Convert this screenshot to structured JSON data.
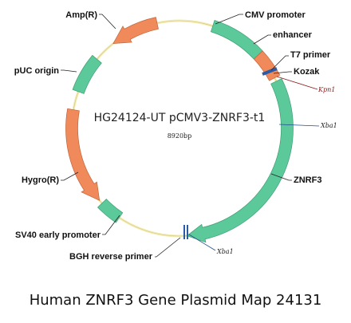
{
  "plasmid": {
    "name": "HG24124-UT pCMV3-ZNRF3-t1",
    "size": "8920bp"
  },
  "features": [
    {
      "id": "cmv-promoter",
      "label": "CMV promoter",
      "type": "promoter",
      "color": "#5cc99a"
    },
    {
      "id": "enhancer",
      "label": "enhancer",
      "type": "enhancer",
      "color": "#f08a5b"
    },
    {
      "id": "t7-primer",
      "label": "T7 primer",
      "type": "primer",
      "color": "#2b5aa6"
    },
    {
      "id": "kozak",
      "label": "Kozak",
      "type": "kozak",
      "color": "#2b5aa6"
    },
    {
      "id": "znrf3",
      "label": "ZNRF3",
      "type": "cds",
      "color": "#5cc99a"
    },
    {
      "id": "bgh-reverse-primer",
      "label": "BGH reverse primer",
      "type": "primer",
      "color": "#2b5aa6"
    },
    {
      "id": "sv40-early-promoter",
      "label": "SV40 early promoter",
      "type": "promoter",
      "color": "#5cc99a"
    },
    {
      "id": "hygro-r",
      "label": "Hygro(R)",
      "type": "resistance",
      "color": "#f08a5b"
    },
    {
      "id": "puc-origin",
      "label": "pUC origin",
      "type": "origin",
      "color": "#5cc99a"
    },
    {
      "id": "amp-r",
      "label": "Amp(R)",
      "type": "resistance",
      "color": "#f08a5b"
    }
  ],
  "sites": [
    {
      "id": "kpn1",
      "label": "Kpn1",
      "color": "#8b1a1a"
    },
    {
      "id": "xba1-a",
      "label": "Xba1",
      "color": "#1f4e8c"
    },
    {
      "id": "xba1-b",
      "label": "Xba1",
      "color": "#1f4e8c"
    }
  ],
  "colors": {
    "backbone": "#f3ecb0",
    "backbone_edge": "#cfc58a",
    "feature_edge_green": "#3f9f74",
    "feature_edge_orange": "#c2643a",
    "leader_line": "#222222"
  },
  "caption": "Human ZNRF3 Gene Plasmid Map 24131"
}
